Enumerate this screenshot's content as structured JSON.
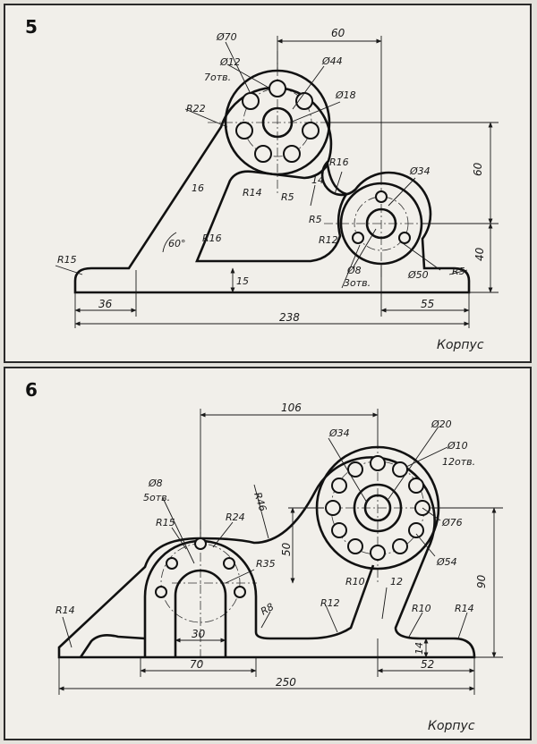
{
  "drawing5": {
    "number": "5",
    "caption": "Корпус",
    "dims": {
      "d70": "Ø70",
      "d12": "Ø12",
      "holes7": "7отв.",
      "d44": "Ø44",
      "d18": "Ø18",
      "w60": "60",
      "r22": "R22",
      "r16a": "R16",
      "r14": "R14",
      "r5a": "R5",
      "s14": "14",
      "s16": "16",
      "d34": "Ø34",
      "h60": "60",
      "r5b": "R5",
      "r12": "R12",
      "r16b": "R16",
      "a60": "60°",
      "r15": "R15",
      "t15": "15",
      "d8": "Ø8",
      "holes3": "3отв.",
      "d50": "Ø50",
      "r5c": "R5",
      "h40": "40",
      "w36": "36",
      "w55": "55",
      "w238": "238"
    }
  },
  "drawing6": {
    "number": "6",
    "caption": "Корпус",
    "dims": {
      "w106": "106",
      "d34": "Ø34",
      "d20": "Ø20",
      "d10": "Ø10",
      "holes12": "12отв.",
      "d8": "Ø8",
      "holes5": "5отв.",
      "r46": "R46",
      "r15": "R15",
      "r24": "R24",
      "r35": "R35",
      "h50": "50",
      "d76": "Ø76",
      "d54": "Ø54",
      "h90": "90",
      "r10a": "R10",
      "s12": "12",
      "r14a": "R14",
      "r8": "R8",
      "r12": "R12",
      "r10b": "R10",
      "r14b": "R14",
      "w30": "30",
      "t14": "14",
      "w70": "70",
      "w52": "52",
      "w250": "250"
    }
  }
}
